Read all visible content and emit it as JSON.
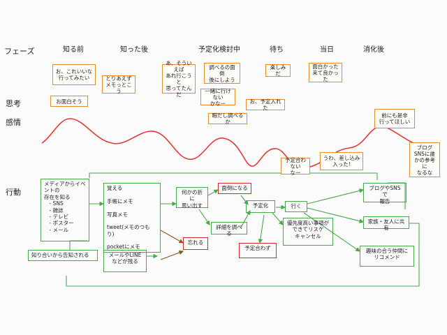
{
  "rows": {
    "phase": "フェーズ",
    "thought": "思考",
    "emotion": "感情",
    "action": "行動"
  },
  "phases": [
    "知る前",
    "知った後",
    "予定化検討中",
    "待ち",
    "当日",
    "消化後"
  ],
  "thoughts": {
    "t1": "お、これいいな\n行ってみたい",
    "t2": "とりあえず\nメモっとこう",
    "t3": "あ、そういえば\nあれ行こうと\n思ってたんだ",
    "t4": "調べるの面倒\n後にしよう",
    "t5": "一緒に行けない\nかなー",
    "t6": "暇だし調べるか",
    "t7": "楽しみだ",
    "t8": "お、予定入れた",
    "t9": "面白かった\n来て良かった",
    "t10": "お面白そう"
  },
  "emotion_notes": {
    "e1": "予定合わない\nなー",
    "e2": "うわ、差し込み\n入った!",
    "e3": "前にも是非\n行ってほしい",
    "e4": "ブログ\nSNSに誰\nかの参考に\nなるな"
  },
  "actions": {
    "a1": "メディアからイベントの\n存在を知る\n　- SNS\n　- 雑誌\n　- テレビ\n　- ポスター\n　- メール",
    "a2": "覚える\n\n手帳にメモ\n\n写真メモ\n\ntweet(メモのつもり)\n\npocketにメモ",
    "a3": "何かの折に\n思い出す",
    "a4": "面倒になる",
    "a5": "予定化",
    "a6": "行く",
    "a7": "詳細を調べる",
    "a8": "予定合わず",
    "a9": "優先度高い事項が\nできてリスケ\nキャンセル",
    "a10": "ブログやSNSで\n報告",
    "a11": "家族・友人に共有",
    "a12": "趣味の合う仲間に\nリコメンド",
    "a13": "知り合いから告知される",
    "a14": "メールやLINE\nなどが残る",
    "a15": "忘れる"
  },
  "colors": {
    "sticky_border": "#e98a2c",
    "action_border": "#4aa84a",
    "negative_border": "#d82828",
    "emotion_curve": "#e23b3b"
  }
}
